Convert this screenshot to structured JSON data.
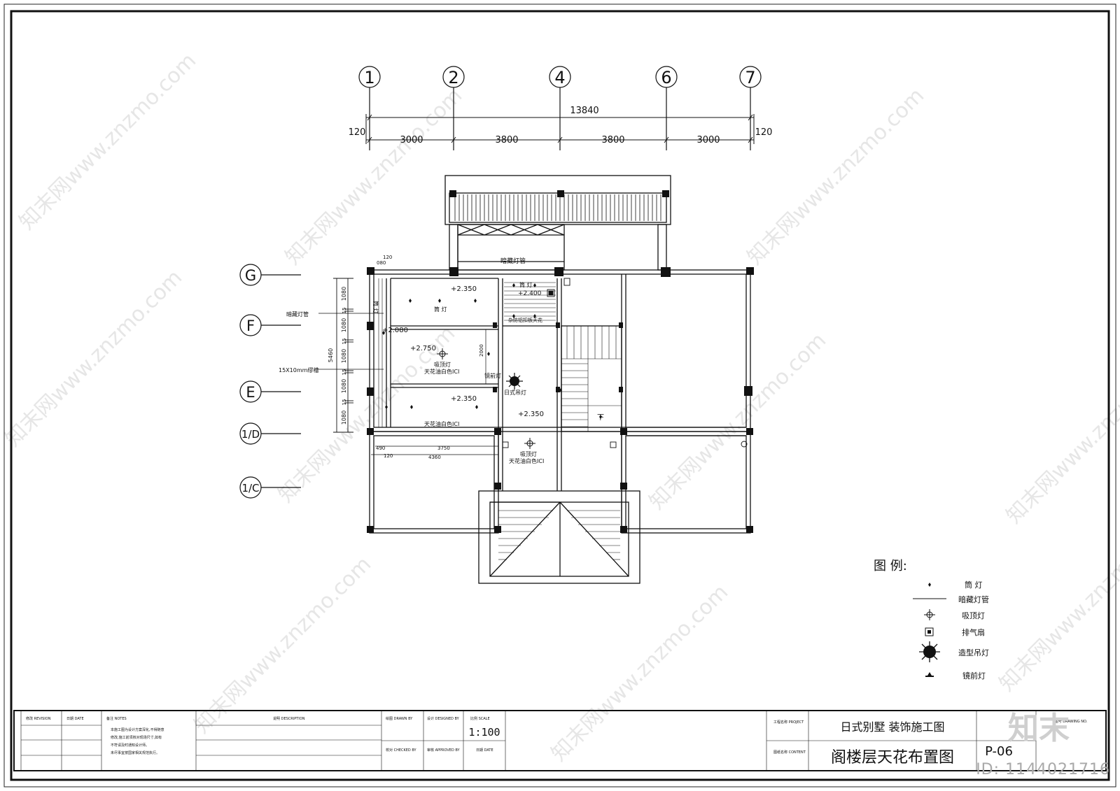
{
  "grid_axes_top": [
    "1",
    "2",
    "4",
    "6",
    "7"
  ],
  "grid_axes_left": [
    "G",
    "F",
    "E",
    "1/D",
    "1/C"
  ],
  "dimensions_top": {
    "overall": "13840",
    "edge_left": "120",
    "edge_right": "120",
    "segments": [
      "3000",
      "3800",
      "3800",
      "3000"
    ]
  },
  "dimensions_left": {
    "total": "5460",
    "parts": [
      "1080",
      "15",
      "1080",
      "15",
      "1080",
      "15",
      "1080",
      "15",
      "1080"
    ]
  },
  "small_dims": {
    "d120a": "120",
    "d080": "080",
    "d490": "490",
    "d3750": "3750",
    "d120b": "120",
    "d4360": "4360",
    "d2000": "2000"
  },
  "plan_labels": {
    "hidden_tube_top": "暗藏灯管",
    "callout_hidden_tube": "暗藏灯管",
    "callout_groove": "15X10mm缪槽",
    "elev_a": "+2.350",
    "downlight_a": "筒 灯",
    "elev_b": "+2.080",
    "elev_c": "+2.750",
    "ceiling_lamp_c": "吸顶灯",
    "paint_c": "天花油白色ICI",
    "elev_d": "+2.350",
    "paint_d": "天花油白色ICI",
    "mirror_lamp": "镜前灯",
    "pendant": "日式吊灯",
    "elev_e": "+2.350",
    "ceiling_lamp_e": "吸顶灯",
    "paint_e": "天花油白色ICI",
    "bath_downlight": "筒 灯",
    "bath_elev": "+2.400",
    "bath_ceiling": "杂防铝扣板天花",
    "stair_down": "下",
    "side_downlight": "筒 灯"
  },
  "legend": {
    "title": "图 例:",
    "items": [
      {
        "icon": "downlight-icon",
        "label": "筒 灯"
      },
      {
        "icon": "hidden-tube-icon",
        "label": "暗藏灯管"
      },
      {
        "icon": "ceiling-lamp-icon",
        "label": "吸顶灯"
      },
      {
        "icon": "exhaust-fan-icon",
        "label": "排气扇"
      },
      {
        "icon": "pendant-lamp-icon",
        "label": "造型吊灯"
      },
      {
        "icon": "mirror-lamp-icon",
        "label": "镜前灯"
      }
    ]
  },
  "title_block": {
    "revision": "修改 REVISION",
    "date": "日期 DATE",
    "note": "备注 NOTES",
    "notes_text": [
      "本施工图为设计方案深化,不得随意",
      "修改,施工前须核对现场尺寸,如有",
      "不符请及时通知设计师。",
      "未尽事宜按国家相关规范执行。"
    ],
    "description": "说明 DESCRIPTION",
    "drawn": "绘图 DRAWN BY",
    "design": "设计 DESIGNED BY",
    "scale_label": "比例 SCALE",
    "scale": "1:100",
    "checked": "校对 CHECKED BY",
    "approved": "审核 APPROVED BY",
    "date2": "日期 DATE",
    "project_label": "工程名称 PROJECT",
    "project": "日式别墅  装饰施工图",
    "drawing_label": "图纸名称 CONTENT",
    "drawing": "阁楼层天花布置图",
    "number_label": "图号 DRAWING NO.",
    "number": "P-06"
  },
  "watermark": "知末网www.znzmo.com",
  "brand_mark": "知末",
  "image_id_label": "ID: 1144021716"
}
